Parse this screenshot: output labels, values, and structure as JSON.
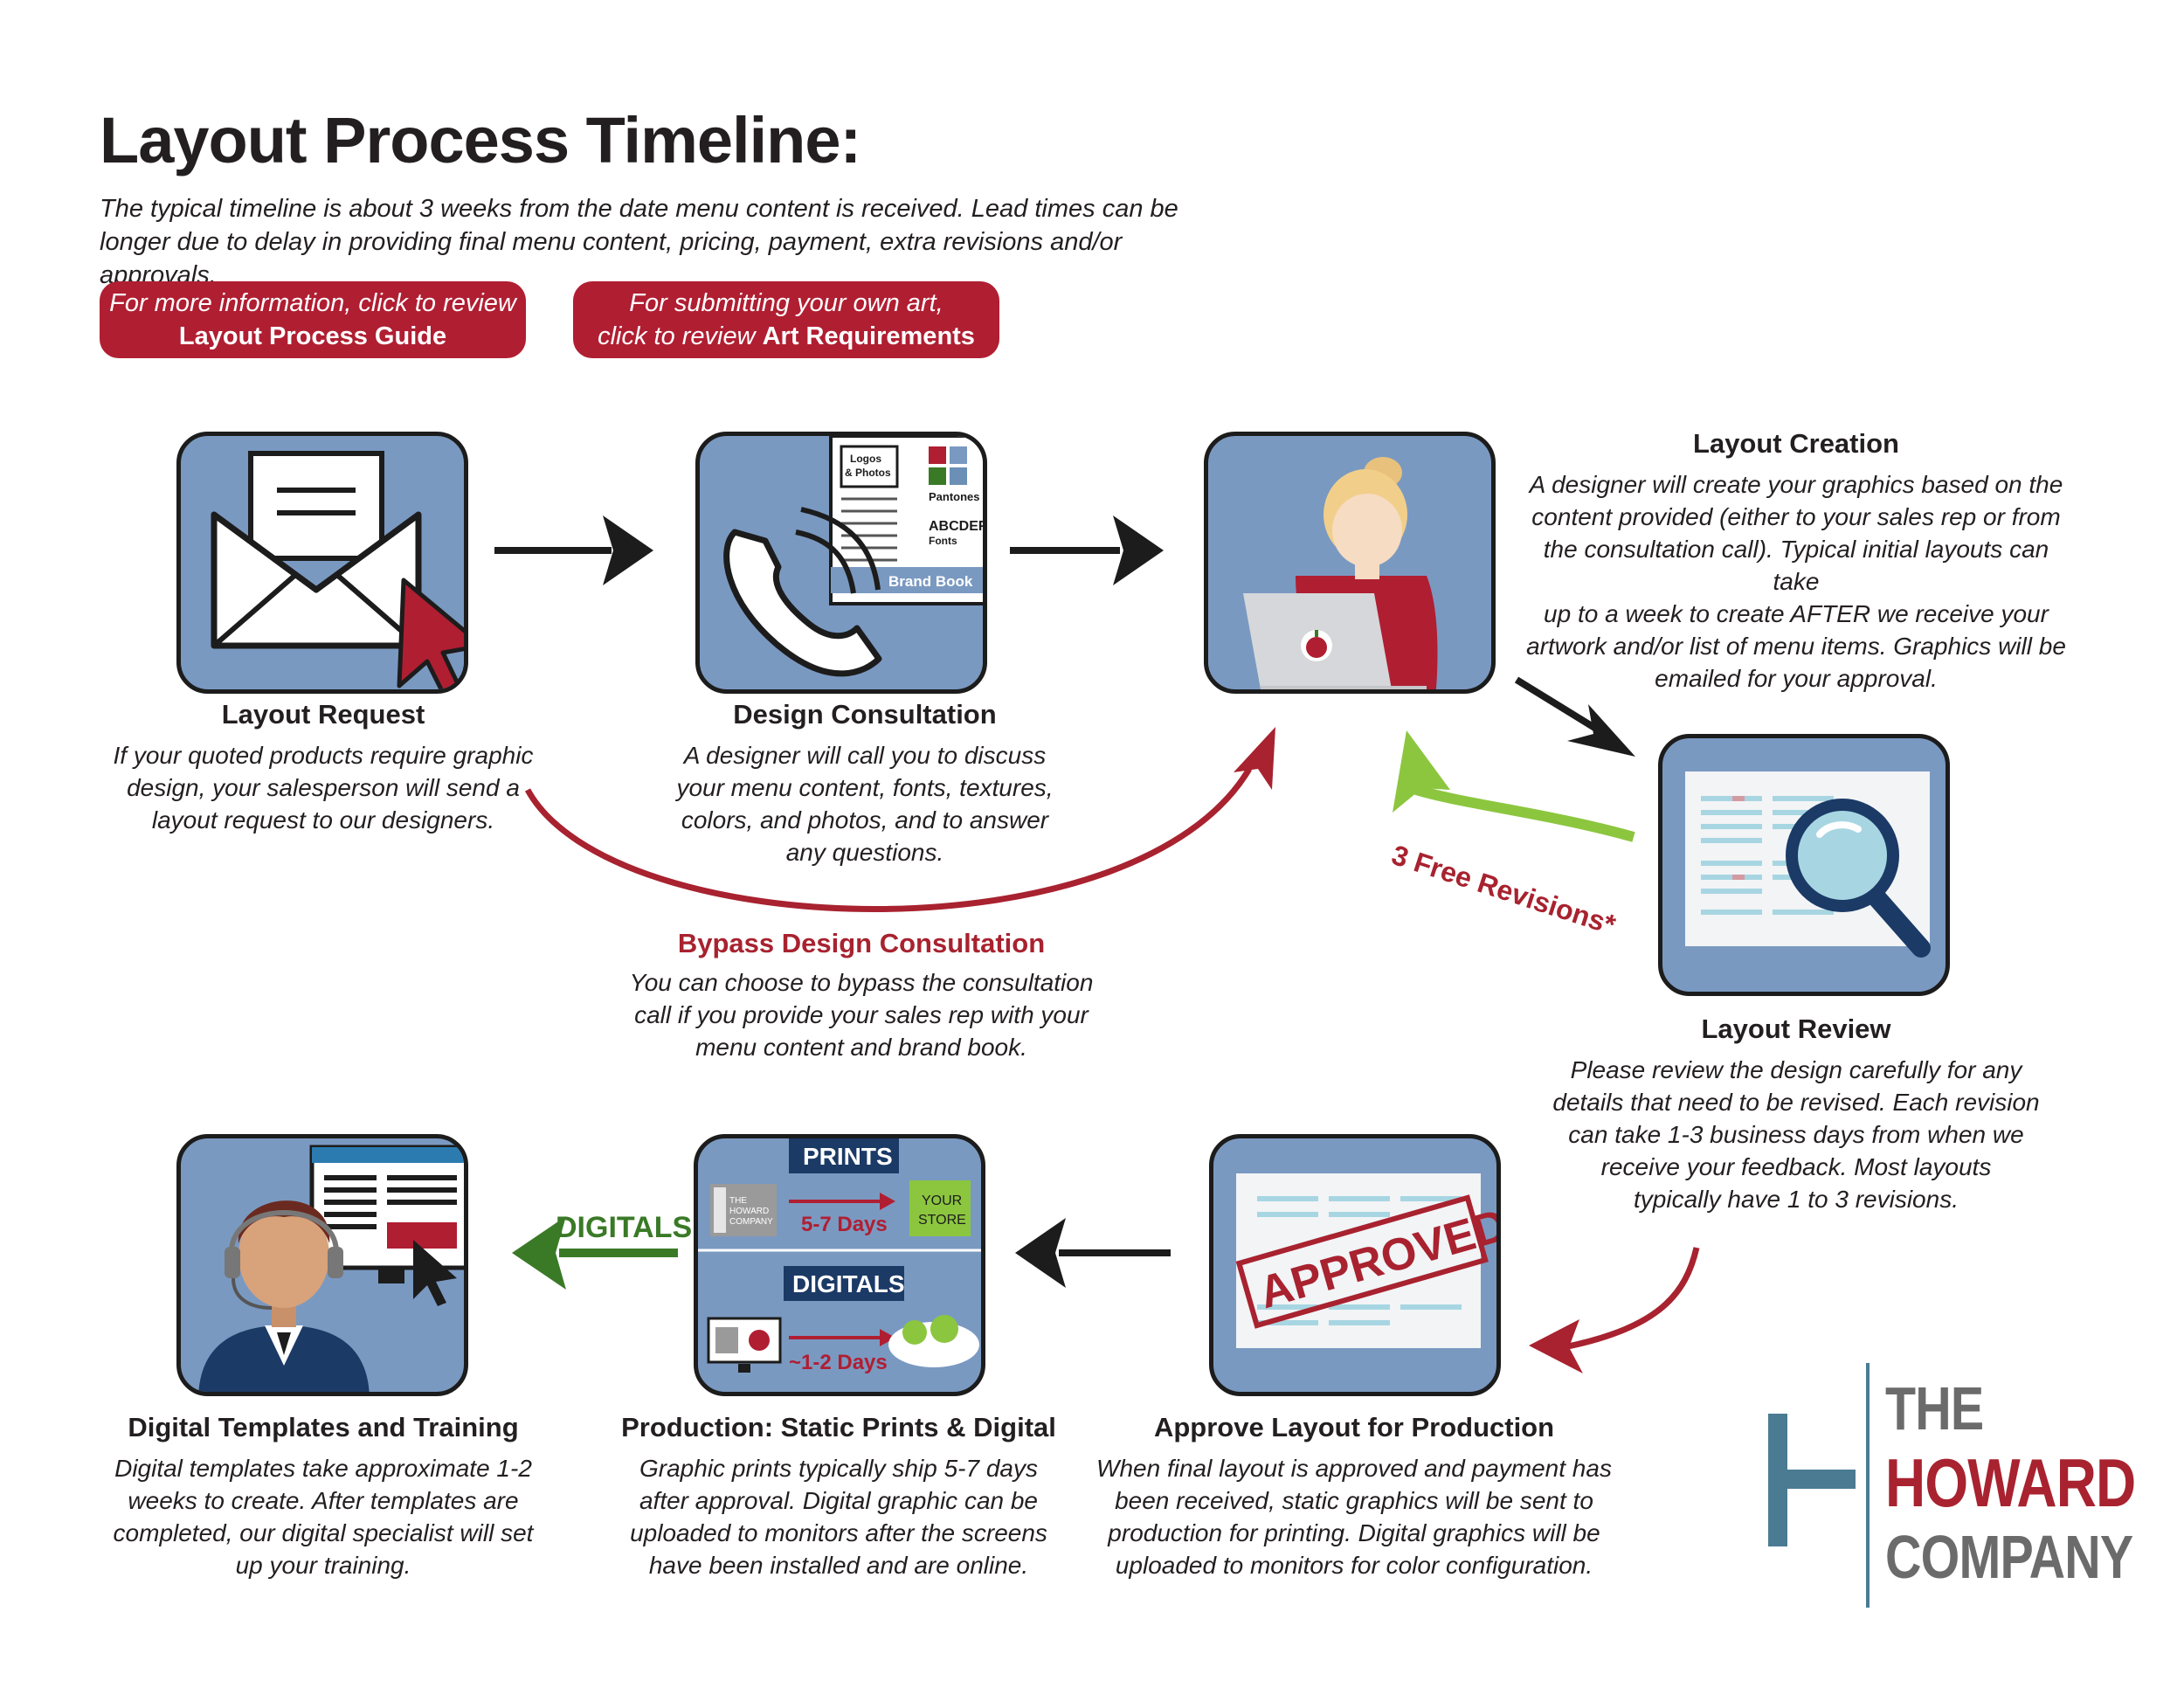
{
  "header": {
    "title": "Layout Process Timeline:",
    "subtitle_line1": "The typical timeline is about 3 weeks from the date menu content is received. Lead times can be",
    "subtitle_line2": "longer due to delay in providing final menu content, pricing, payment, extra revisions and/or approvals."
  },
  "links": {
    "guide_line1": "For more information, click to review",
    "guide_line2": "Layout Process Guide",
    "art_line1": "For submitting your own art,",
    "art_line2_prefix": "click to review ",
    "art_line2_bold": "Art Requirements"
  },
  "steps": {
    "request": {
      "title": "Layout Request",
      "desc": [
        "If your quoted products require graphic",
        "design, your salesperson will send a",
        "layout request to our designers."
      ]
    },
    "consultation": {
      "title": "Design Consultation",
      "desc": [
        "A designer will call you to discuss",
        "your menu content, fonts, textures,",
        "colors, and photos, and to answer",
        "any questions."
      ],
      "brandbook": {
        "logos": "Logos",
        "photos": "& Photos",
        "pantones": "Pantones",
        "fonts_sample": "ABCDEF",
        "fonts": "Fonts",
        "label": "Brand Book"
      }
    },
    "creation": {
      "title": "Layout Creation",
      "desc": [
        "A designer will create your graphics based on the",
        "content provided (either to your sales rep or from",
        "the consultation call). Typical initial layouts can take",
        "up to a week to create AFTER we receive your",
        "artwork and/or list of menu items. Graphics will be",
        "emailed for your approval."
      ]
    },
    "review": {
      "title": "Layout Review",
      "desc": [
        "Please review the design carefully for any",
        "details that need to be revised. Each revision",
        "can take 1-3 business days from when we",
        "receive your feedback. Most layouts",
        "typically have 1 to 3 revisions."
      ]
    },
    "approve": {
      "title": "Approve Layout for Production",
      "desc": [
        "When final layout is approved and payment has",
        "been received, static graphics will be sent to",
        "production for printing. Digital graphics will be",
        "uploaded to monitors for color configuration."
      ],
      "stamp": "APPROVED"
    },
    "production": {
      "title": "Production: Static Prints & Digital",
      "desc": [
        "Graphic prints typically ship 5-7 days",
        "after approval. Digital graphic can be",
        "uploaded to monitors after the screens",
        "have been installed and are online."
      ],
      "prints_label": "PRINTS",
      "prints_time": "5-7 Days",
      "your": "YOUR",
      "store": "STORE",
      "box_the": "THE",
      "box_howard": "HOWARD",
      "box_company": "COMPANY",
      "digitals_label": "DIGITALS",
      "digitals_time": "~1-2 Days"
    },
    "training": {
      "title": "Digital Templates and Training",
      "desc": [
        "Digital templates take approximate 1-2",
        "weeks to create. After templates are",
        "completed, our digital specialist will set",
        "up your training."
      ]
    }
  },
  "bypass": {
    "title": "Bypass Design Consultation",
    "desc": [
      "You can choose to bypass the consultation",
      "call if you provide your sales rep with your",
      "menu content and brand book."
    ]
  },
  "revisions_label": "3 Free Revisions*",
  "digitals_arrow_label": "DIGITALS",
  "logo": {
    "the": "THE",
    "howard": "HOWARD",
    "company": "COMPANY"
  },
  "colors": {
    "brand_red": "#b01e32",
    "tile_blue": "#7a99c1",
    "navy": "#1b3a66",
    "green_arrow": "#8cc63f",
    "dark_green_arrow": "#3a7a27",
    "logo_gray": "#6b6b6b",
    "logo_teal": "#4a7b93"
  }
}
